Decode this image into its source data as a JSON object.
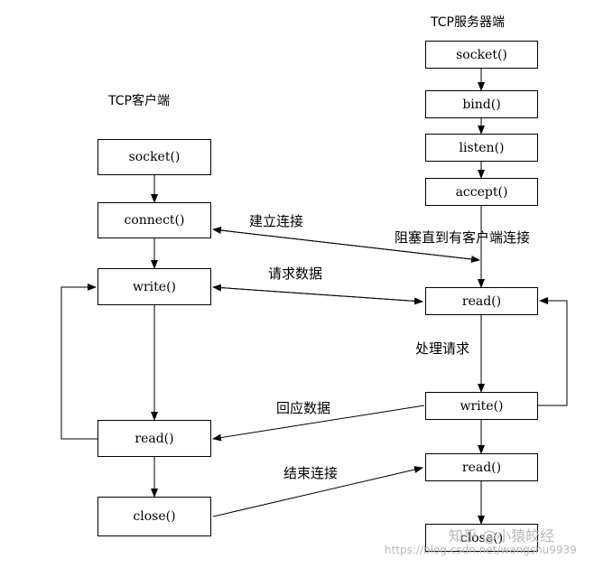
{
  "headings": {
    "server": "TCP服务器端",
    "client": "TCP客户端"
  },
  "server_boxes": {
    "socket": "socket()",
    "bind": "bind()",
    "listen": "listen()",
    "accept": "accept()",
    "read": "read()",
    "write": "write()",
    "read2": "read()",
    "close": "close()"
  },
  "client_boxes": {
    "socket": "socket()",
    "connect": "connect()",
    "write": "write()",
    "read": "read()",
    "close": "close()"
  },
  "labels": {
    "establish": "建立连接",
    "block": "阻塞直到有客户端连接",
    "request": "请求数据",
    "process": "处理请求",
    "respond": "回应数据",
    "end": "结束连接"
  },
  "watermark": {
    "brand": "知乎 @小猿皎经",
    "url": "https://blog.csdn.net/wangshu9939"
  }
}
